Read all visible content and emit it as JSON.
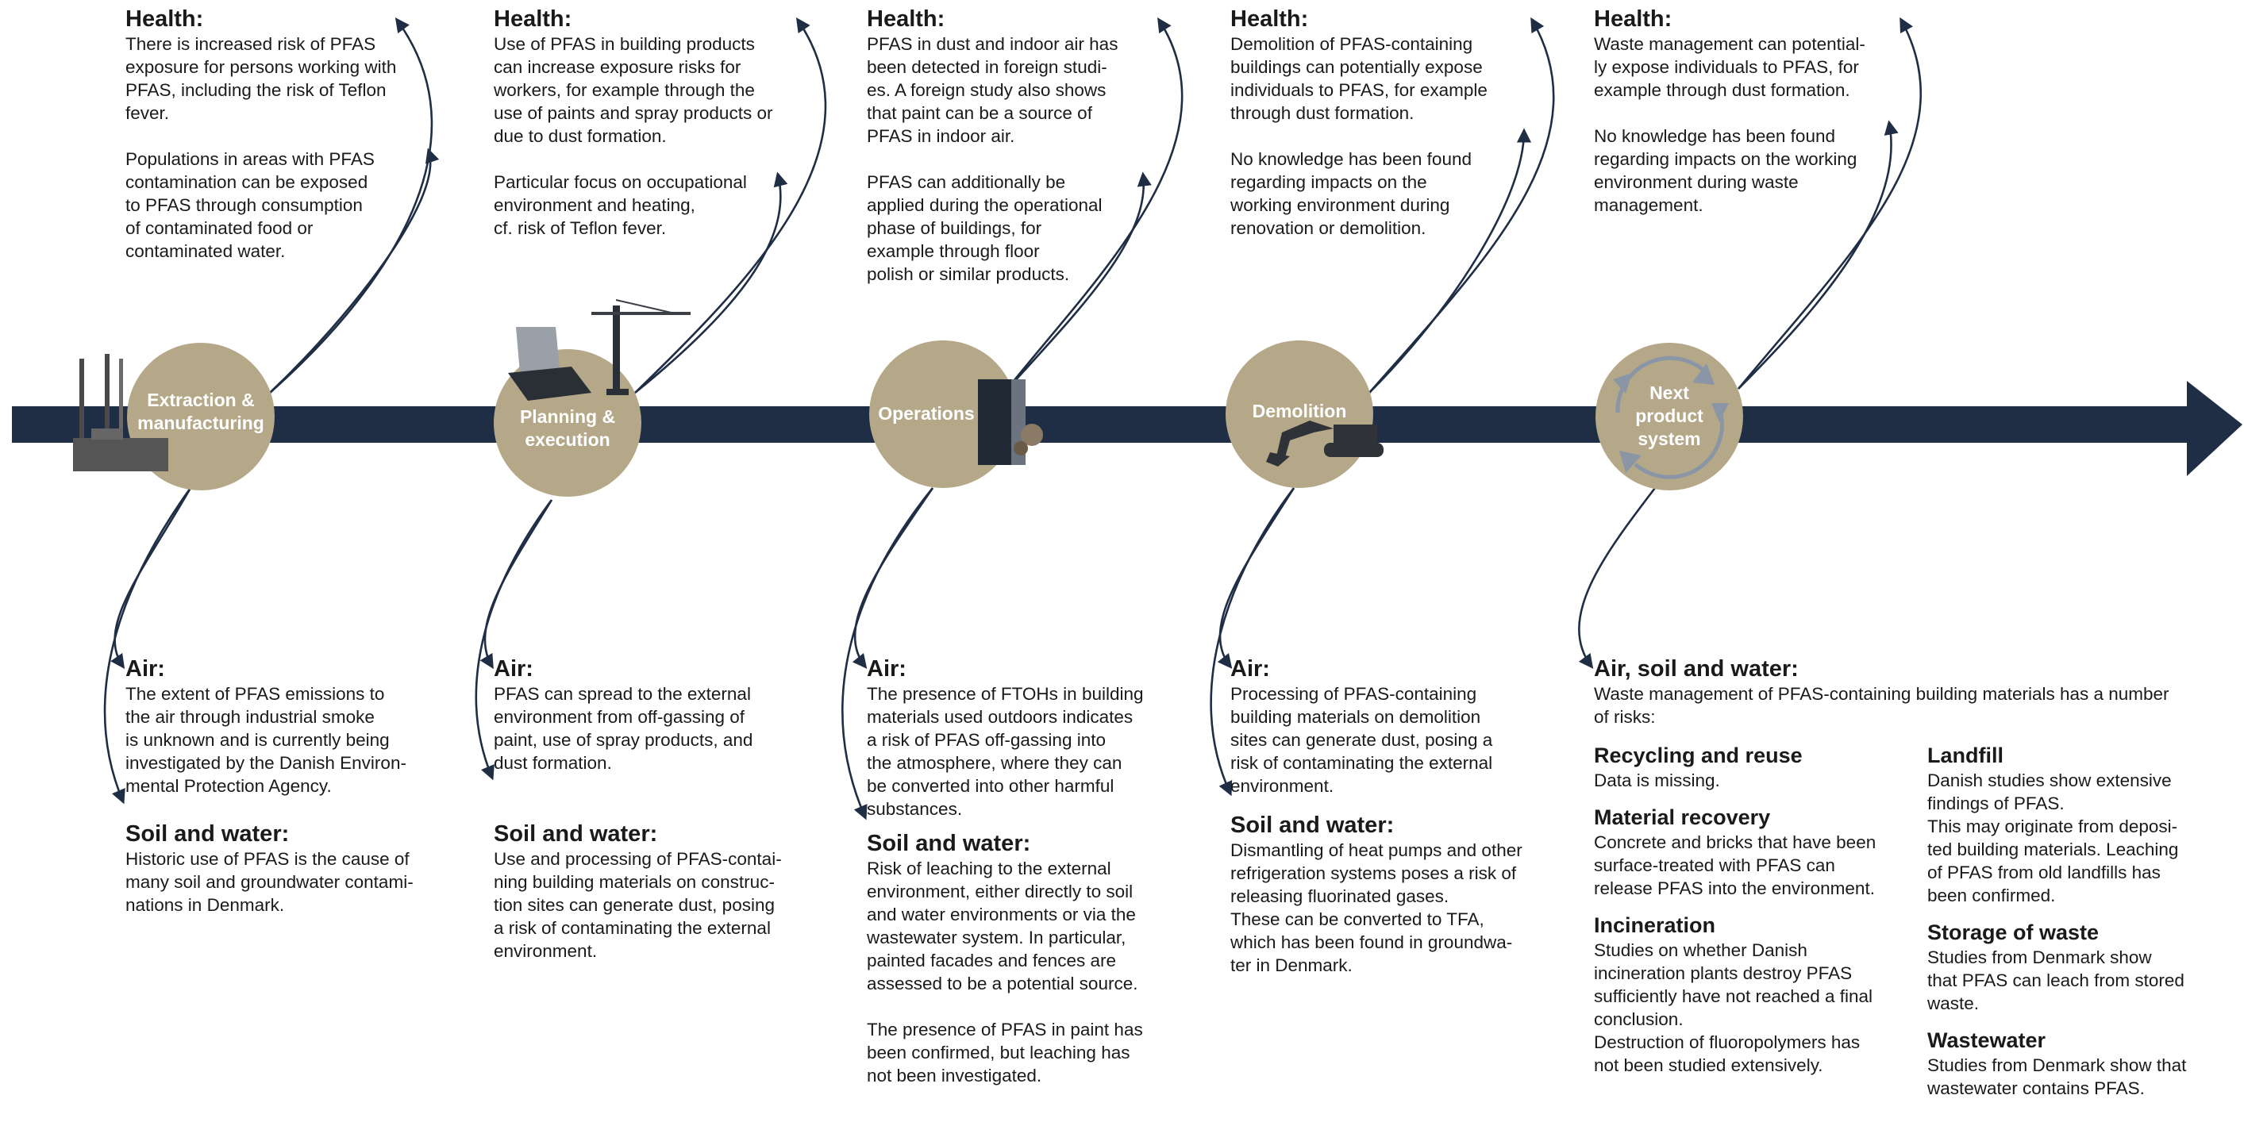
{
  "colors": {
    "arrow": "#1f2e45",
    "stage_circle": "#b5a888",
    "connector": "#1f2e45",
    "text": "#1a1a1a"
  },
  "stages": [
    {
      "label": "Extraction &\nmanufacturing",
      "icon": "factory-chimneys-icon",
      "health": {
        "heading": "Health:",
        "paragraphs": [
          "There is increased risk of PFAS\nexposure for persons working with\nPFAS, including the risk of Teflon\nfever.",
          "Populations in areas with PFAS\ncontamination can be exposed\nto PFAS through consumption\nof contaminated food or\ncontaminated water."
        ]
      },
      "air": {
        "heading": "Air:",
        "text": "The extent of PFAS emissions to\nthe air through industrial smoke\nis unknown and is currently being\ninvestigated by the Danish Environ-\nmental Protection Agency."
      },
      "soil_water": {
        "heading": "Soil and water:",
        "text": "Historic use of PFAS is the cause of\nmany soil and groundwater contami-\nnations in Denmark."
      }
    },
    {
      "label": "Planning &\nexecution",
      "icon": "laptop-and-crane-icon",
      "health": {
        "heading": "Health:",
        "paragraphs": [
          "Use of PFAS in building products\ncan increase exposure risks for\nworkers, for example through the\nuse of paints and spray products or\ndue to dust formation.",
          "Particular focus on occupational\nenvironment and heating,\ncf. risk of Teflon fever."
        ]
      },
      "air": {
        "heading": "Air:",
        "text": "PFAS can spread to the external\nenvironment from off-gassing of\npaint, use of spray products, and\ndust formation."
      },
      "soil_water": {
        "heading": "Soil and water:",
        "text": "Use and processing of PFAS-contai-\nning building materials on construc-\ntion sites can generate dust, posing\na risk of contaminating the external\nenvironment."
      }
    },
    {
      "label": "Operations",
      "icon": "building-icon",
      "health": {
        "heading": "Health:",
        "paragraphs": [
          "PFAS in dust and indoor air has\nbeen detected in foreign studi-\nes. A foreign study also shows\nthat paint can be a source of\nPFAS in indoor air.",
          "PFAS can additionally be\napplied during the operational\nphase of buildings, for\nexample through floor\npolish or similar products."
        ]
      },
      "air": {
        "heading": "Air:",
        "text": "The presence of FTOHs in building\nmaterials used outdoors indicates\na risk of PFAS off-gassing into\nthe atmosphere, where they can\nbe converted into other harmful\nsubstances."
      },
      "soil_water": {
        "heading": "Soil and water:",
        "paragraphs": [
          "Risk of leaching to the external\nenvironment, either directly to soil\nand water environments or via the\nwastewater system. In particular,\npainted facades and fences are\nassessed to be a potential source.",
          "The presence of PFAS in paint has\nbeen confirmed, but leaching has\nnot been investigated."
        ]
      }
    },
    {
      "label": "Demolition",
      "icon": "excavator-icon",
      "health": {
        "heading": "Health:",
        "paragraphs": [
          "Demolition of PFAS-containing\nbuildings can potentially expose\nindividuals to PFAS, for example\nthrough dust formation.",
          "No knowledge has been found\nregarding impacts on the\nworking environment during\nrenovation or demolition."
        ]
      },
      "air": {
        "heading": "Air:",
        "text": "Processing of PFAS-containing\nbuilding materials on demolition\nsites can generate dust, posing a\nrisk of contaminating the external\nenvironment."
      },
      "soil_water": {
        "heading": "Soil and water:",
        "text": "Dismantling of heat pumps and other\nrefrigeration systems poses a risk of\nreleasing fluorinated gases.\nThese can be converted to TFA,\nwhich has been found in groundwa-\nter in Denmark."
      }
    },
    {
      "label": "Next\nproduct\nsystem",
      "icon": "recycle-arrows-icon",
      "health": {
        "heading": "Health:",
        "paragraphs": [
          "Waste management can potential-\nly expose individuals to PFAS, for\nexample through dust formation.",
          "No knowledge has been found\nregarding impacts on the working\nenvironment during waste\nmanagement."
        ]
      },
      "air_soil_water": {
        "heading": "Air, soil and water:",
        "intro": "Waste management of PFAS-containing building materials has a number\nof risks:",
        "left_items": [
          {
            "title": "Recycling and reuse",
            "text": "Data is missing."
          },
          {
            "title": "Material recovery",
            "text": "Concrete and bricks that have been\nsurface-treated with PFAS can\nrelease PFAS into the environment."
          },
          {
            "title": "Incineration",
            "text": "Studies on whether Danish\nincineration plants destroy PFAS\nsufficiently have not reached a final\nconclusion.\nDestruction of fluoropolymers has\nnot been studied extensively."
          }
        ],
        "right_items": [
          {
            "title": "Landfill",
            "text": "Danish studies show extensive\nfindings of PFAS.\nThis may originate from deposi-\nted building materials. Leaching\nof PFAS from old landfills has\nbeen confirmed."
          },
          {
            "title": "Storage of waste",
            "text": "Studies from Denmark show\nthat PFAS can leach from stored\nwaste."
          },
          {
            "title": "Wastewater",
            "text": "Studies from Denmark show that\nwastewater contains PFAS."
          }
        ]
      }
    }
  ]
}
